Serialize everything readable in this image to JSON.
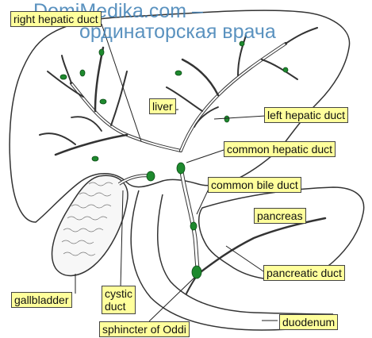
{
  "watermark": {
    "line1": "DomiMedika.com –",
    "line2": "ординаторская врача"
  },
  "labels": {
    "right_hepatic_duct": "right hepatic duct",
    "liver": "liver",
    "left_hepatic_duct": "left hepatic duct",
    "common_hepatic_duct": "common hepatic duct",
    "common_bile_duct": "common bile duct",
    "pancreas": "pancreas",
    "pancreatic_duct": "pancreatic duct",
    "gallbladder": "gallbladder",
    "cystic_duct_line1": "cystic",
    "cystic_duct_line2": "duct",
    "sphincter_of_oddi": "sphincter of Oddi",
    "duodenum": "duodenum"
  },
  "colors": {
    "background": "#ffffff",
    "label_fill": "#ffff9c",
    "outline": "#333333",
    "node_green": "#1e8a2e",
    "watermark": "#3e7fb5"
  }
}
